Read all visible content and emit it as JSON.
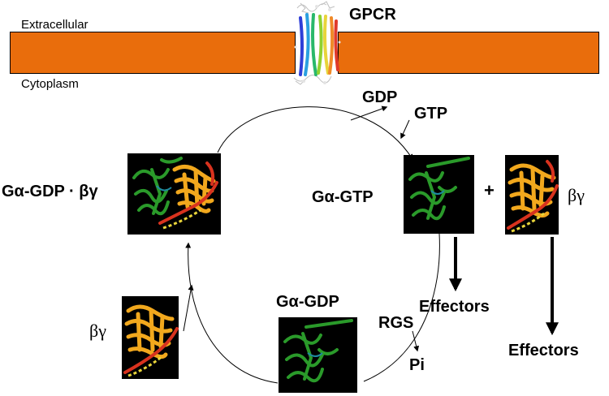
{
  "labels": {
    "extracellular": "Extracellular",
    "cytoplasm": "Cytoplasm",
    "gpcr": "GPCR",
    "gdp": "GDP",
    "gtp": "GTP",
    "ga_gdp_bg": "Gα-GDP · βγ",
    "ga_gtp": "Gα-GTP",
    "plus": "+",
    "bg_right": "βγ",
    "bg_left": "βγ",
    "ga_gdp": "Gα-GDP",
    "rgs": "RGS",
    "pi": "Pi",
    "effectors_1": "Effectors",
    "effectors_2": "Effectors"
  },
  "colors": {
    "membrane": "#e96d0c",
    "alpha_subunit": "#2a9a2a",
    "beta_subunit": "#f2a81d",
    "gamma_subunit": "#d8321e",
    "panel_background": "#000000"
  }
}
